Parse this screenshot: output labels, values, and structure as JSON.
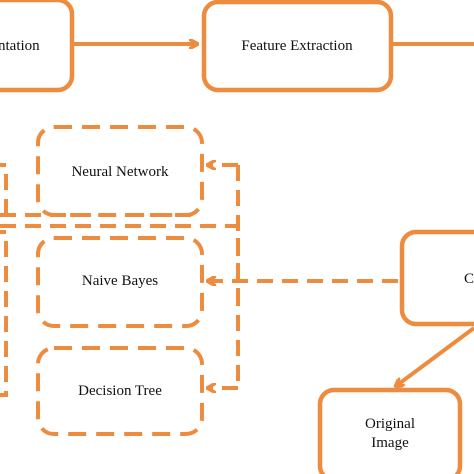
{
  "colors": {
    "accent": "#ED8B3F",
    "text": "#111111",
    "background": "#FFFFFF"
  },
  "nodes": {
    "segmentation": "ntation",
    "feature_extraction": "Feature Extraction",
    "neural_network": "Neural Network",
    "naive_bayes": "Naive Bayes",
    "decision_tree": "Decision Tree",
    "classifier_partial": "C",
    "original_image_line1": "Original",
    "original_image_line2": "Image"
  }
}
